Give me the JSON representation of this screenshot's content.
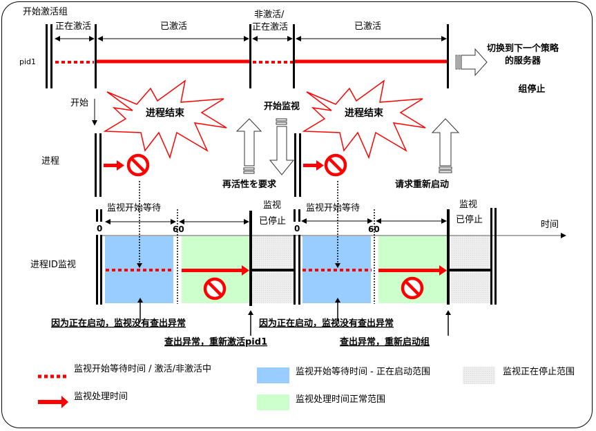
{
  "top": {
    "group_start_label": "开始激活组",
    "row_label": "pid1",
    "phases": [
      {
        "label": "正在激活"
      },
      {
        "label": "已激活"
      },
      {
        "label": "非激活/",
        "label2": "正在激活"
      },
      {
        "label": "已激活"
      }
    ],
    "switch_label_line1": "切换到下一个策略",
    "switch_label_line2": "的服务器",
    "group_stop_label": "组停止"
  },
  "process": {
    "row_label": "进程",
    "start_label": "开始",
    "burst_label_1": "进程结束",
    "burst_label_2": "进程结束",
    "start_monitor_label": "开始监视",
    "reactivate_request_label": "再活性を要求",
    "restart_request_label": "请求重新启动"
  },
  "monitor": {
    "row_label": "进程ID监视",
    "wait_label_1": "监视开始等待",
    "wait_label_2": "监视开始等待",
    "tick_zero": "0",
    "tick_sixty": "60",
    "stopped_label_line1": "监视",
    "stopped_label_line2": "已停止",
    "time_axis_label": "时间",
    "note_starting_1": "因为正在启动，监视没有查出异常",
    "note_starting_2": "因为正在启动，监视没有查出异常",
    "note_detect_1": "查出异常，重新激活pid1",
    "note_detect_2": "查出异常，重新启动组"
  },
  "legend": {
    "items": [
      {
        "key": "dotted-red",
        "label": "监视开始等待时间 / 激活/非激活中"
      },
      {
        "key": "red-arrow",
        "label": "监视处理时间"
      },
      {
        "key": "blue-area",
        "label": "监视开始等待时间 - 正在启动范围",
        "color": "#99ccff"
      },
      {
        "key": "green-area",
        "label": "监视处理时间正常范围",
        "color": "#ccffcc"
      },
      {
        "key": "gray-area",
        "label": "监视正在停止范围",
        "color": "#e6e6e6"
      }
    ]
  },
  "colors": {
    "red": "#ff0000",
    "blue": "#99ccff",
    "green": "#ccffcc",
    "gray": "#e6e6e6"
  }
}
